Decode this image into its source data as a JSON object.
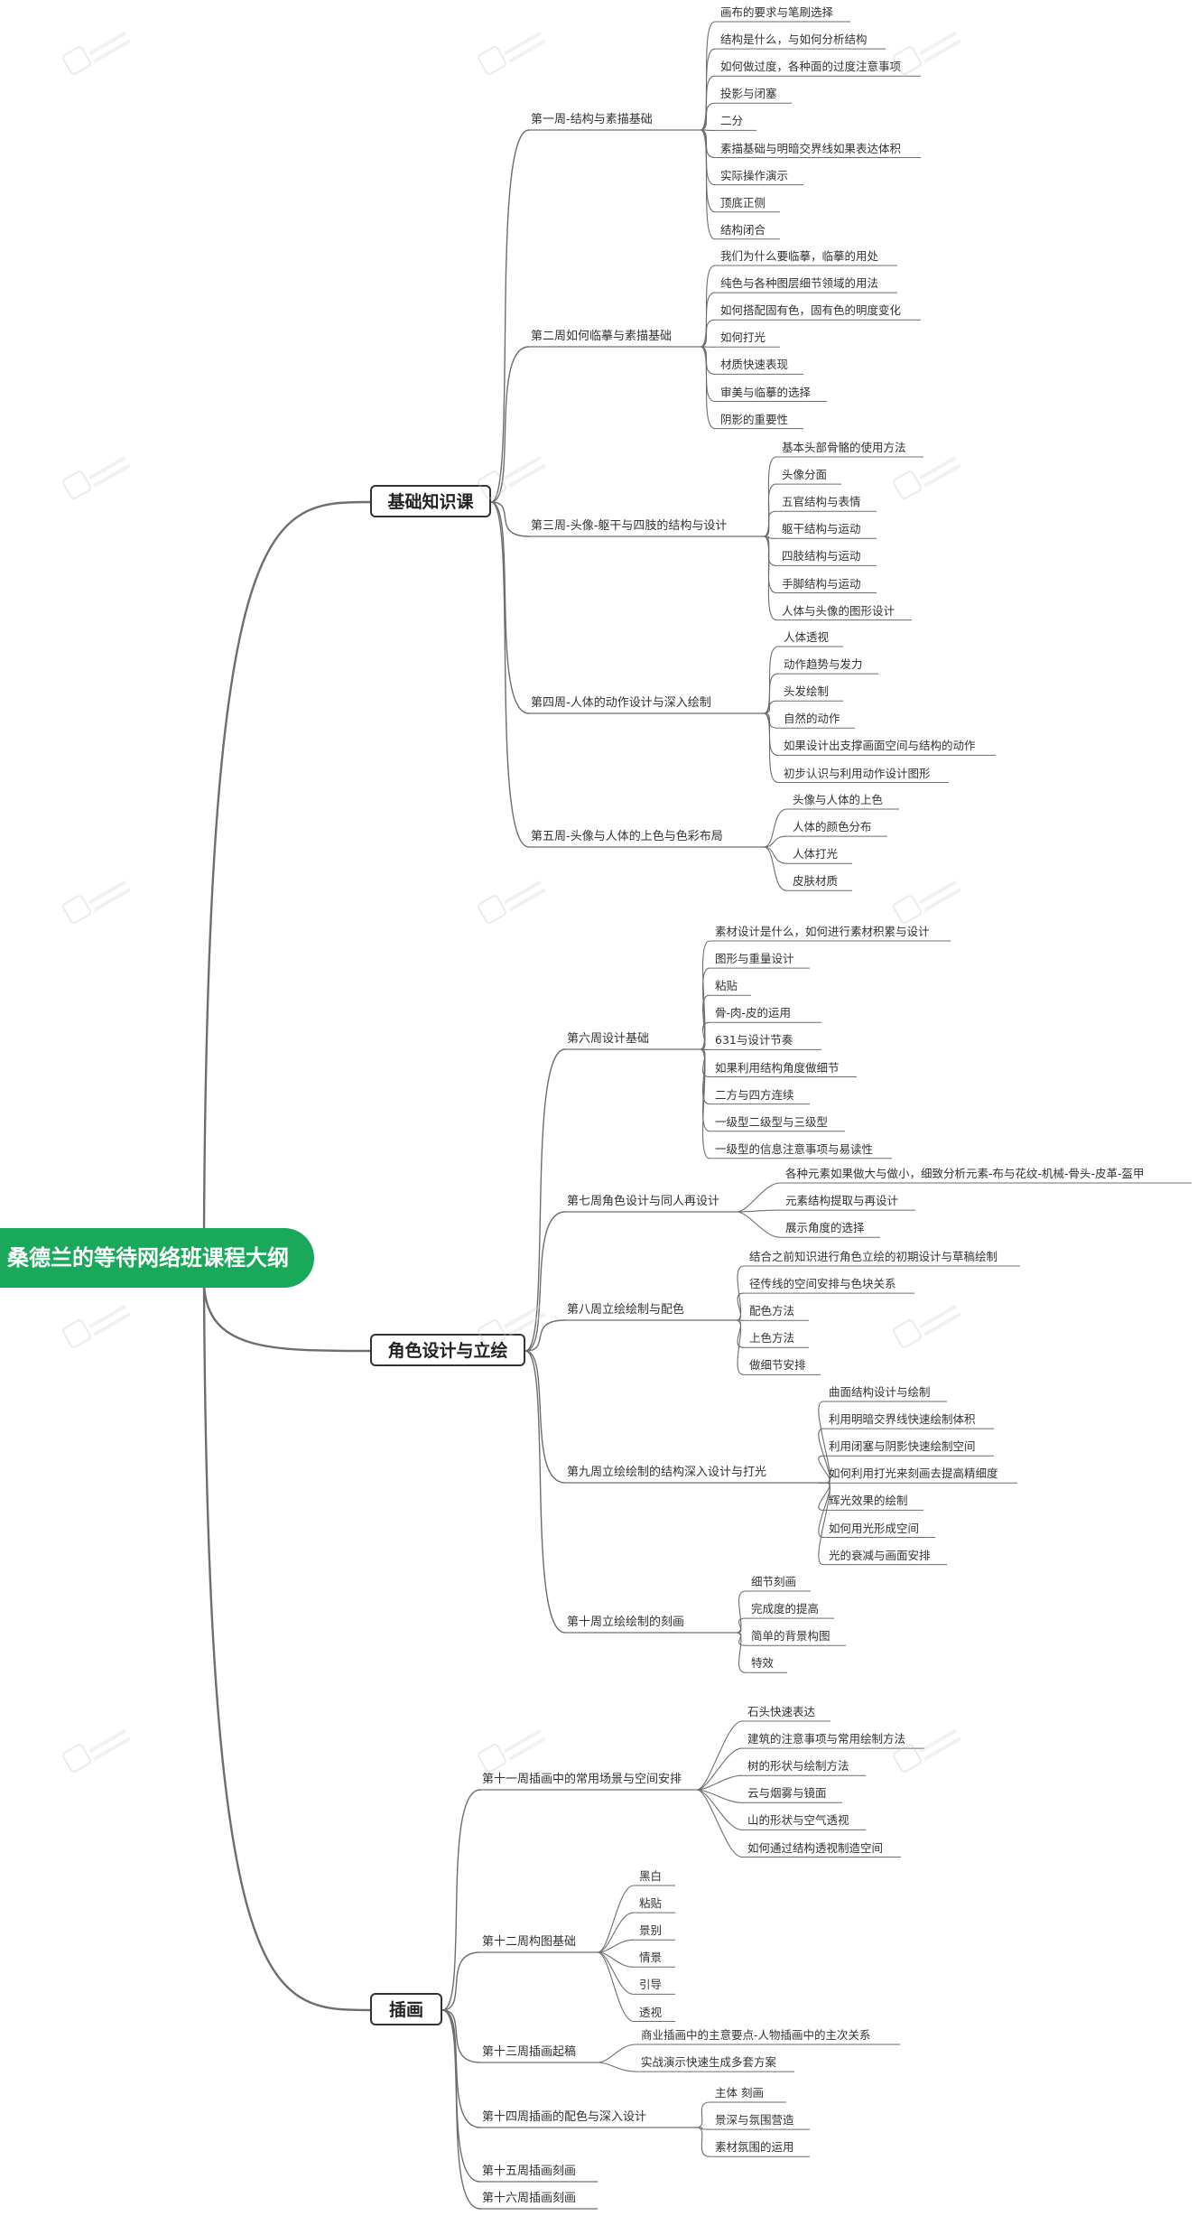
{
  "root": {
    "label": "桑德兰的等待网络班课程大纲",
    "color": "#1aa85a"
  },
  "colors": {
    "line": "#6e6e6e",
    "leaf_text": "#333333",
    "branch_border": "#333333"
  },
  "branches": [
    {
      "label": "基础知识课",
      "weeks": [
        {
          "label": "第一周-结构与素描基础",
          "items": [
            "画布的要求与笔刷选择",
            "结构是什么，与如何分析结构",
            "如何做过度，各种面的过度注意事项",
            "投影与闭塞",
            "二分",
            "素描基础与明暗交界线如果表达体积",
            "实际操作演示",
            "顶底正侧",
            "结构闭合"
          ]
        },
        {
          "label": "第二周如何临摹与素描基础",
          "items": [
            "我们为什么要临摹，临摹的用处",
            "纯色与各种图层细节领域的用法",
            "如何搭配固有色，固有色的明度变化",
            "如何打光",
            "材质快速表现",
            "审美与临摹的选择",
            "阴影的重要性"
          ]
        },
        {
          "label": "第三周-头像-躯干与四肢的结构与设计",
          "items": [
            "基本头部骨骼的使用方法",
            "头像分面",
            "五官结构与表情",
            "躯干结构与运动",
            "四肢结构与运动",
            "手脚结构与运动",
            "人体与头像的图形设计"
          ]
        },
        {
          "label": "第四周-人体的动作设计与深入绘制",
          "items": [
            "人体透视",
            "动作趋势与发力",
            "头发绘制",
            "自然的动作",
            "如果设计出支撑画面空间与结构的动作",
            "初步认识与利用动作设计图形"
          ]
        },
        {
          "label": "第五周-头像与人体的上色与色彩布局",
          "items": [
            "头像与人体的上色",
            "人体的颜色分布",
            "人体打光",
            "皮肤材质"
          ]
        }
      ]
    },
    {
      "label": "角色设计与立绘",
      "weeks": [
        {
          "label": "第六周设计基础",
          "items": [
            "素材设计是什么，如何进行素材积累与设计",
            "图形与重量设计",
            "粘贴",
            "骨-肉-皮的运用",
            "631与设计节奏",
            "如果利用结构角度做细节",
            "二方与四方连续",
            "一级型二级型与三级型",
            "一级型的信息注意事项与易读性"
          ]
        },
        {
          "label": "第七周角色设计与同人再设计",
          "items": [
            "各种元素如果做大与做小，细致分析元素-布与花纹-机械-骨头-皮革-盔甲",
            "元素结构提取与再设计",
            "展示角度的选择"
          ]
        },
        {
          "label": "第八周立绘绘制与配色",
          "items": [
            "结合之前知识进行角色立绘的初期设计与草稿绘制",
            "径传线的空间安排与色块关系",
            "配色方法",
            "上色方法",
            "做细节安排"
          ]
        },
        {
          "label": "第九周立绘绘制的结构深入设计与打光",
          "items": [
            "曲面结构设计与绘制",
            "利用明暗交界线快速绘制体积",
            "利用闭塞与阴影快速绘制空间",
            "如何利用打光来刻画去提高精细度",
            "辉光效果的绘制",
            "如何用光形成空间",
            "光的衰减与画面安排"
          ]
        },
        {
          "label": "第十周立绘绘制的刻画",
          "items": [
            "细节刻画",
            "完成度的提高",
            "简单的背景构图",
            "特效"
          ]
        }
      ]
    },
    {
      "label": "插画",
      "weeks": [
        {
          "label": "第十一周插画中的常用场景与空间安排",
          "items": [
            "石头快速表达",
            "建筑的注意事项与常用绘制方法",
            "树的形状与绘制方法",
            "云与烟雾与镜面",
            "山的形状与空气透视",
            "如何通过结构透视制造空间"
          ]
        },
        {
          "label": "第十二周构图基础",
          "items": [
            "黑白",
            "粘贴",
            "景别",
            "情景",
            "引导",
            "透视"
          ]
        },
        {
          "label": "第十三周插画起稿",
          "items": [
            "商业插画中的主意要点-人物插画中的主次关系",
            "实战演示快速生成多套方案"
          ]
        },
        {
          "label": "第十四周插画的配色与深入设计",
          "items": [
            "主体 刻画",
            "景深与氛围营造",
            "素材氛围的运用"
          ]
        },
        {
          "label": "第十五周插画刻画",
          "items": []
        },
        {
          "label": "第十六周插画刻画",
          "items": []
        }
      ]
    }
  ]
}
